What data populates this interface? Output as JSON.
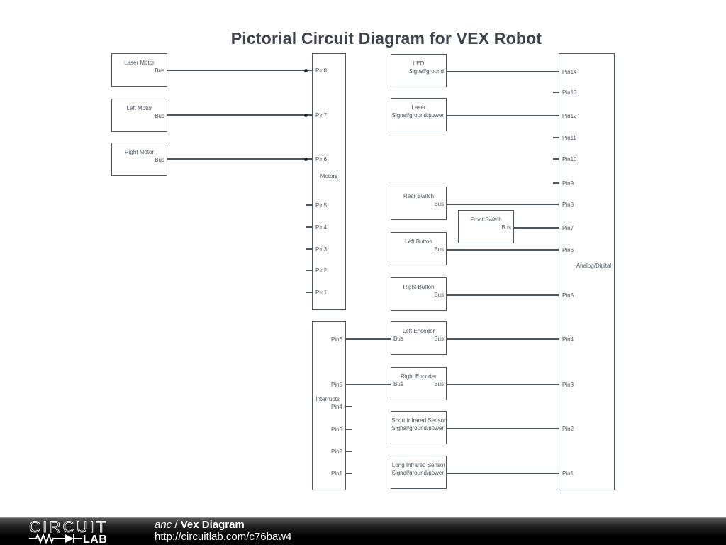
{
  "title": "Pictorial Circuit Diagram for VEX Robot",
  "colors": {
    "line": "#4d555d",
    "text": "#4d555d",
    "title_text": "#3c434d",
    "footer_bg": "#000000",
    "footer_text": "#ffffff"
  },
  "components": {
    "laser_motor": {
      "title": "Laser Motor",
      "pin": "Bus"
    },
    "left_motor": {
      "title": "Left Motor",
      "pin": "Bus"
    },
    "right_motor": {
      "title": "Right Motor",
      "pin": "Bus"
    },
    "led": {
      "title": "LED",
      "pin": "Signal/ground"
    },
    "laser": {
      "title": "Laser",
      "pin": "Signal/ground/power"
    },
    "rear_switch": {
      "title": "Rear Switch",
      "pin": "Bus"
    },
    "front_switch": {
      "title": "Front Switch",
      "pin": "Bus"
    },
    "left_button": {
      "title": "Left Button",
      "pin": "Bus"
    },
    "right_button": {
      "title": "Right Button",
      "pin": "Bus"
    },
    "left_encoder": {
      "title": "Left Encoder",
      "pin_left": "Bus",
      "pin_right": "Bus"
    },
    "right_encoder": {
      "title": "Right Encoder",
      "pin_left": "Bus",
      "pin_right": "Bus"
    },
    "short_ir": {
      "title": "Short Infrared Sensor",
      "pin": "Signal/ground/power"
    },
    "long_ir": {
      "title": "Long Infrared Sensor",
      "pin": "Signal/ground/power"
    }
  },
  "ics": {
    "motors": {
      "label": "Motors",
      "pins": [
        "Pin8",
        "Pin7",
        "Pin6",
        "Pin5",
        "Pin4",
        "Pin3",
        "Pin2",
        "Pin1"
      ]
    },
    "interrupts": {
      "label": "Interrupts",
      "pins": [
        "Pin6",
        "Pin5",
        "Pin4",
        "Pin3",
        "Pin2",
        "Pin1"
      ]
    },
    "analog_digital": {
      "label": "Analog/Digital",
      "pins": [
        "Pin14",
        "Pin13",
        "Pin12",
        "Pin11",
        "Pin10",
        "Pin9",
        "Pin8",
        "Pin7",
        "Pin6",
        "Pin5",
        "Pin4",
        "Pin3",
        "Pin2",
        "Pin1"
      ]
    }
  },
  "footer": {
    "logo_top": "CIRCUIT",
    "logo_bottom": "LAB",
    "author": "anc",
    "separator": " / ",
    "diagram_name": "Vex Diagram",
    "url": "http://circuitlab.com/c76baw4"
  }
}
